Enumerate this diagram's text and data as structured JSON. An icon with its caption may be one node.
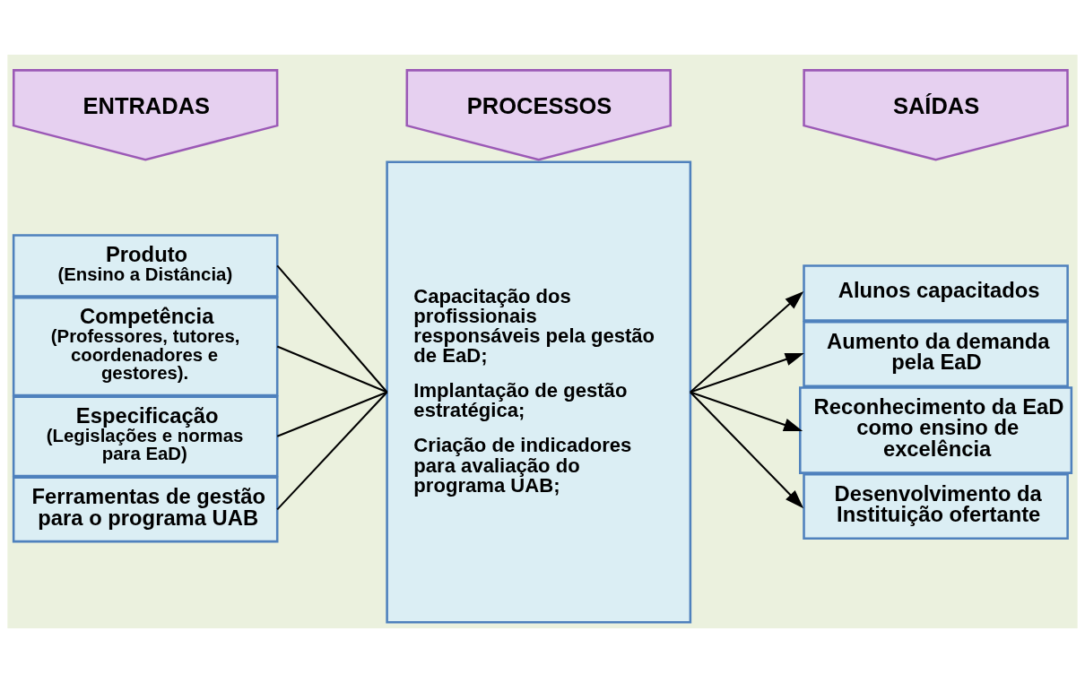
{
  "diagram": {
    "nodes": [
      {
        "text": [
          "ENTRADAS"
        ]
      },
      {
        "text": [
          "PROCESSOS"
        ]
      },
      {
        "text": [
          "SAÍDAS"
        ]
      },
      {
        "text": [
          "Produto",
          "(Ensino a Distância)"
        ]
      },
      {
        "text": [
          "Competência",
          "(Professores, tutores, coordenadores e gestores)."
        ]
      },
      {
        "text": [
          "Especificação",
          "(Legislações e normas para EaD)"
        ]
      },
      {
        "text": [
          "Ferramentas de gestão para o programa UAB"
        ]
      },
      {
        "text": [
          "Capacitação dos profissionais responsáveis pela gestão de EaD;",
          "Implantação de gestão estratégica;",
          "Criação de indicadores para avaliação do programa UAB;"
        ]
      },
      {
        "text": [
          "Alunos capacitados"
        ]
      },
      {
        "text": [
          "Aumento da demanda pela EaD"
        ]
      },
      {
        "text": [
          "Reconhecimento da EaD como ensino de excelência"
        ]
      },
      {
        "text": [
          "Desenvolvimento da Instituição ofertante"
        ]
      }
    ],
    "edges": [
      {
        "from": 3,
        "to": 7,
        "arrow": "none"
      },
      {
        "from": 4,
        "to": 7,
        "arrow": "none"
      },
      {
        "from": 5,
        "to": 7,
        "arrow": "none"
      },
      {
        "from": 6,
        "to": 7,
        "arrow": "none"
      },
      {
        "from": 7,
        "to": 8,
        "arrow": "to"
      },
      {
        "from": 7,
        "to": 9,
        "arrow": "to"
      },
      {
        "from": 7,
        "to": 10,
        "arrow": "to"
      },
      {
        "from": 7,
        "to": 11,
        "arrow": "to"
      }
    ]
  }
}
